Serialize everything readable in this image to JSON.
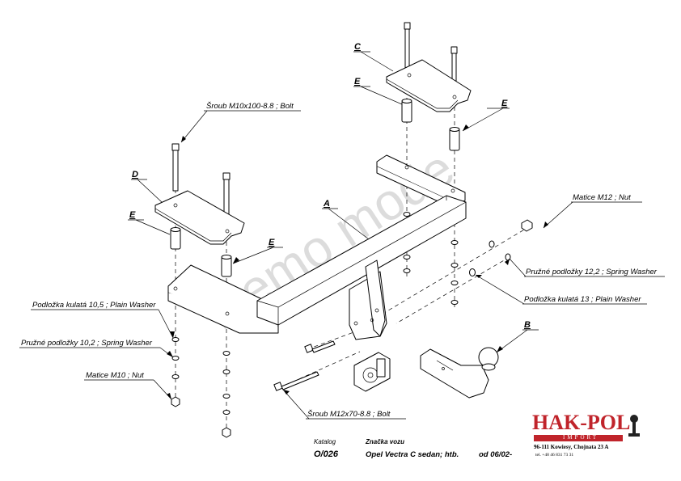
{
  "labels": {
    "bolt_m10": "Šroub M10x100-8.8 ;  Bolt",
    "bolt_m12": "Šroub M12x70-8.8 ;  Bolt",
    "nut_m12": "Matice  M12 ; Nut",
    "nut_m10": "Matice  M10 ; Nut",
    "spring_washer_12": "Pružné podložky  12,2 ; Spring Washer",
    "plain_washer_13": "Podložka kulatá 13 ; Plain Washer",
    "plain_washer_10": "Podložka kulatá 10,5 ; Plain Washer",
    "spring_washer_10": "Pružné podložky  10,2 ; Spring Washer"
  },
  "part_letters": {
    "A": "A",
    "B": "B",
    "C": "C",
    "D": "D",
    "E1": "E",
    "E2": "E",
    "E3": "E",
    "E4": "E"
  },
  "watermark": "Demo mode",
  "title_block": {
    "catalog_label": "Katalog",
    "brand_label": "Značka vozu",
    "catalog_no": "O/026",
    "vehicle": "Opel Vectra C sedan; htb.",
    "date_from": "od 06/02-"
  },
  "logo": {
    "name": "HAK-POL",
    "sub": "IMPORT",
    "address": "96-111 Kowiesy, Chojnata 23 A",
    "phone": "tel. +48 46 831 73 31",
    "brand_color": "#c0242b"
  }
}
